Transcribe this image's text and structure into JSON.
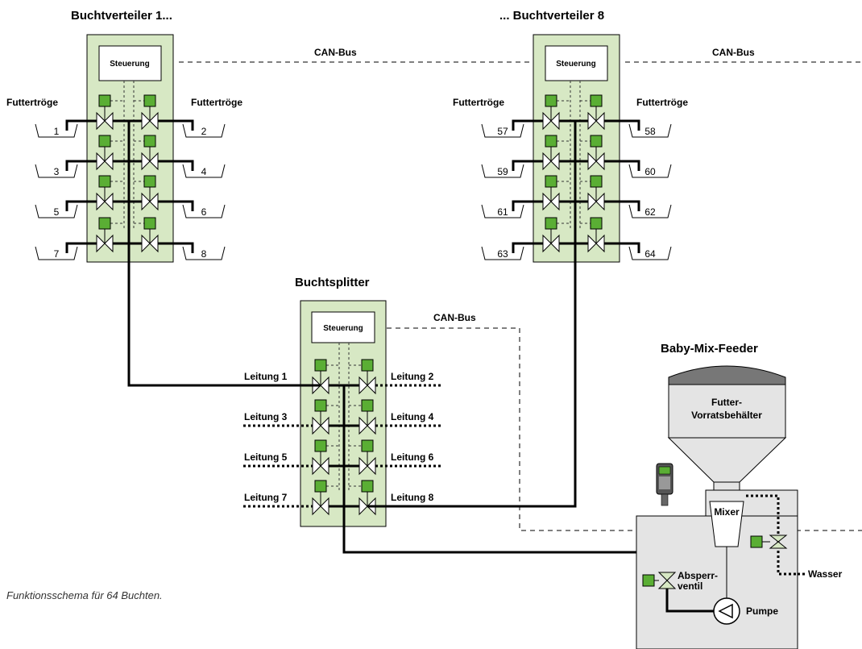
{
  "titles": {
    "distributor_first": "Buchtverteiler 1...",
    "distributor_last": "... Buchtverteiler 8",
    "splitter": "Buchtsplitter",
    "feeder": "Baby-Mix-Feeder"
  },
  "labels": {
    "can_bus": "CAN-Bus",
    "control": "Steuerung",
    "troughs": "Futtertröge",
    "hopper_line1": "Futter-",
    "hopper_line2": "Vorratsbehälter",
    "mixer": "Mixer",
    "shutoff_line1": "Absperr-",
    "shutoff_line2": "ventil",
    "pump": "Pumpe",
    "water": "Wasser"
  },
  "distributor_1_troughs": [
    "1",
    "2",
    "3",
    "4",
    "5",
    "6",
    "7",
    "8"
  ],
  "distributor_8_troughs": [
    "57",
    "58",
    "59",
    "60",
    "61",
    "62",
    "63",
    "64"
  ],
  "splitter_lines": [
    "Leitung 1",
    "Leitung 2",
    "Leitung 3",
    "Leitung 4",
    "Leitung 5",
    "Leitung 6",
    "Leitung 7",
    "Leitung 8"
  ],
  "caption": "Funktionsschema für 64 Buchten.",
  "colors": {
    "panel": "#d7e8c4",
    "actuator": "#5aae34",
    "machine": "#e4e4e4",
    "dome": "#777777"
  }
}
